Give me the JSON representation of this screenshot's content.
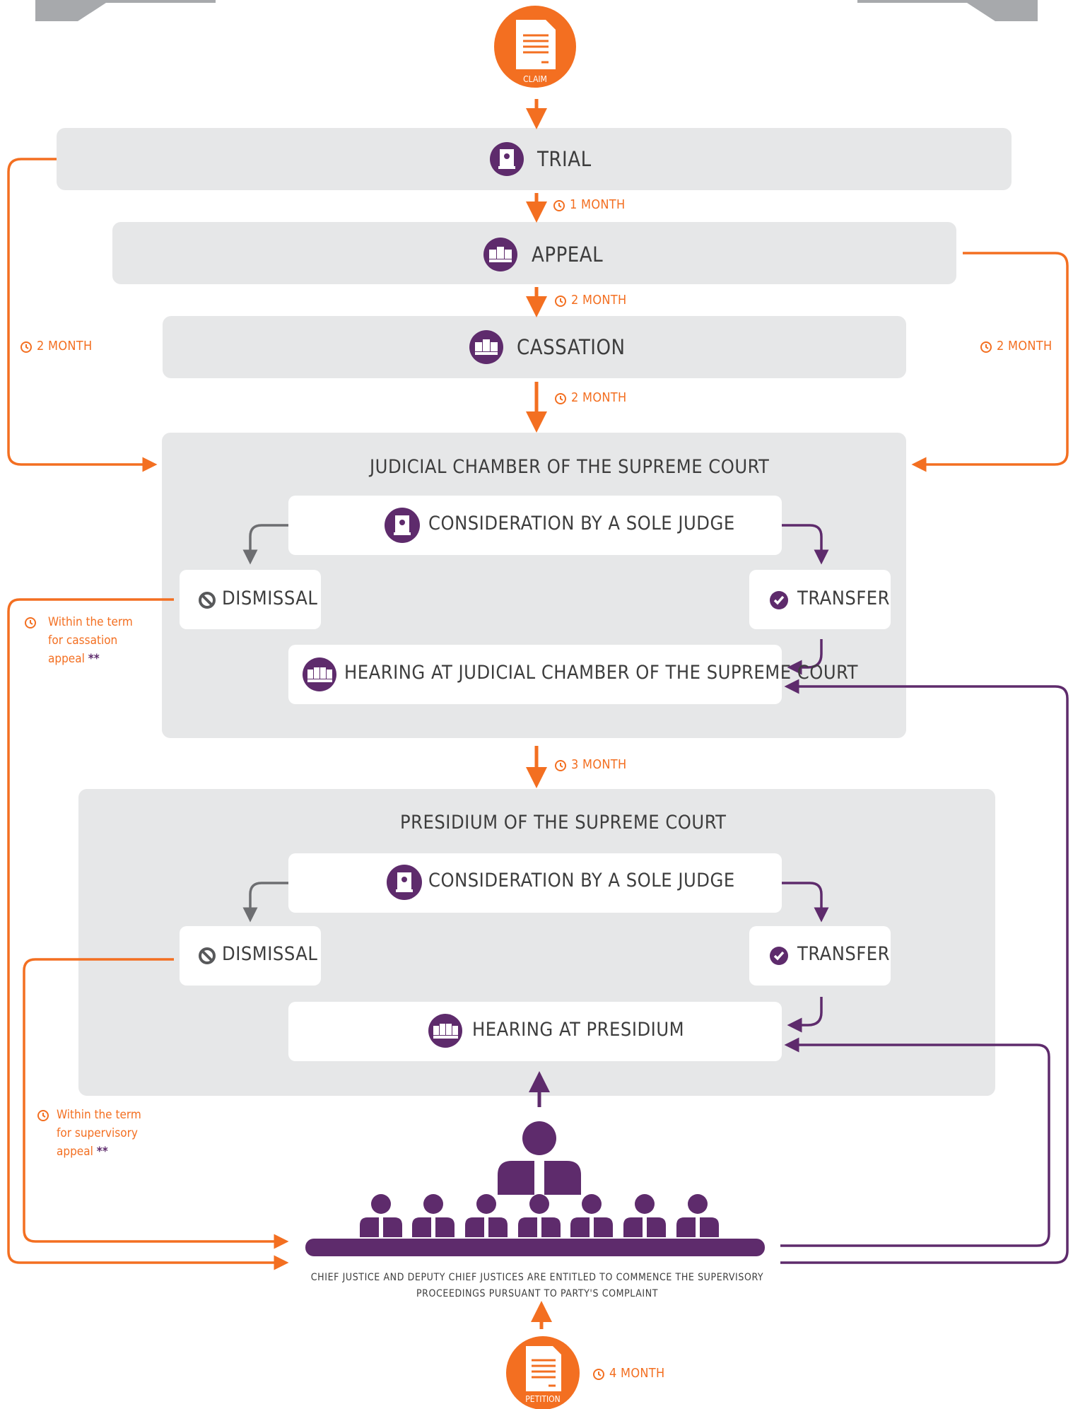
{
  "top": {
    "claim_label": "CLAIM"
  },
  "stages": {
    "trial": "TRIAL",
    "appeal": "APPEAL",
    "cassation": "CASSATION"
  },
  "terms": {
    "trial_to_appeal": "1 MONTH",
    "appeal_to_cassation": "2 MONTH",
    "cassation_to_chamber": "2 MONTH",
    "left_bypass": "2 MONTH",
    "right_bypass": "2 MONTH",
    "chamber_to_presidium": "3 MONTH",
    "petition": "4 MONTH"
  },
  "chamber": {
    "title": "JUDICIAL CHAMBER OF THE SUPREME COURT",
    "consideration": "CONSIDERATION BY A SOLE JUDGE",
    "dismissal": "DISMISSAL",
    "transfer": "TRANSFER",
    "hearing": "HEARING AT JUDICIAL CHAMBER OF THE SUPREME COURT"
  },
  "presidium": {
    "title": "PRESIDIUM OF THE SUPREME COURT",
    "consideration": "CONSIDERATION BY A SOLE JUDGE",
    "dismissal": "DISMISSAL",
    "transfer": "TRANSFER",
    "hearing": "HEARING AT PRESIDIUM"
  },
  "notes": {
    "cassation_line1": "Within the term",
    "cassation_line2": "for cassation",
    "cassation_line3": "appeal",
    "supervisory_line1": "Within the term",
    "supervisory_line2": "for supervisory",
    "supervisory_line3": "appeal",
    "stars": "**"
  },
  "bottom": {
    "caption_line1": "CHIEF JUSTICE AND DEPUTY CHIEF JUSTICES ARE ENTITLED TO COMMENCE THE SUPERVISORY",
    "caption_line2": "PROCEEDINGS PURSUANT TO PARTY'S COMPLAINT",
    "petition_label": "PETITION"
  },
  "colors": {
    "orange": "#f36f21",
    "purple": "#5e2b6c",
    "gray": "#6d6e71",
    "panel": "#e6e7e8",
    "corner": "#a7a9ac"
  },
  "icons": [
    "document-icon",
    "judge-icon",
    "panel-of-judges-icon",
    "dismiss-icon",
    "check-icon",
    "clock-icon",
    "justices-group-icon"
  ]
}
